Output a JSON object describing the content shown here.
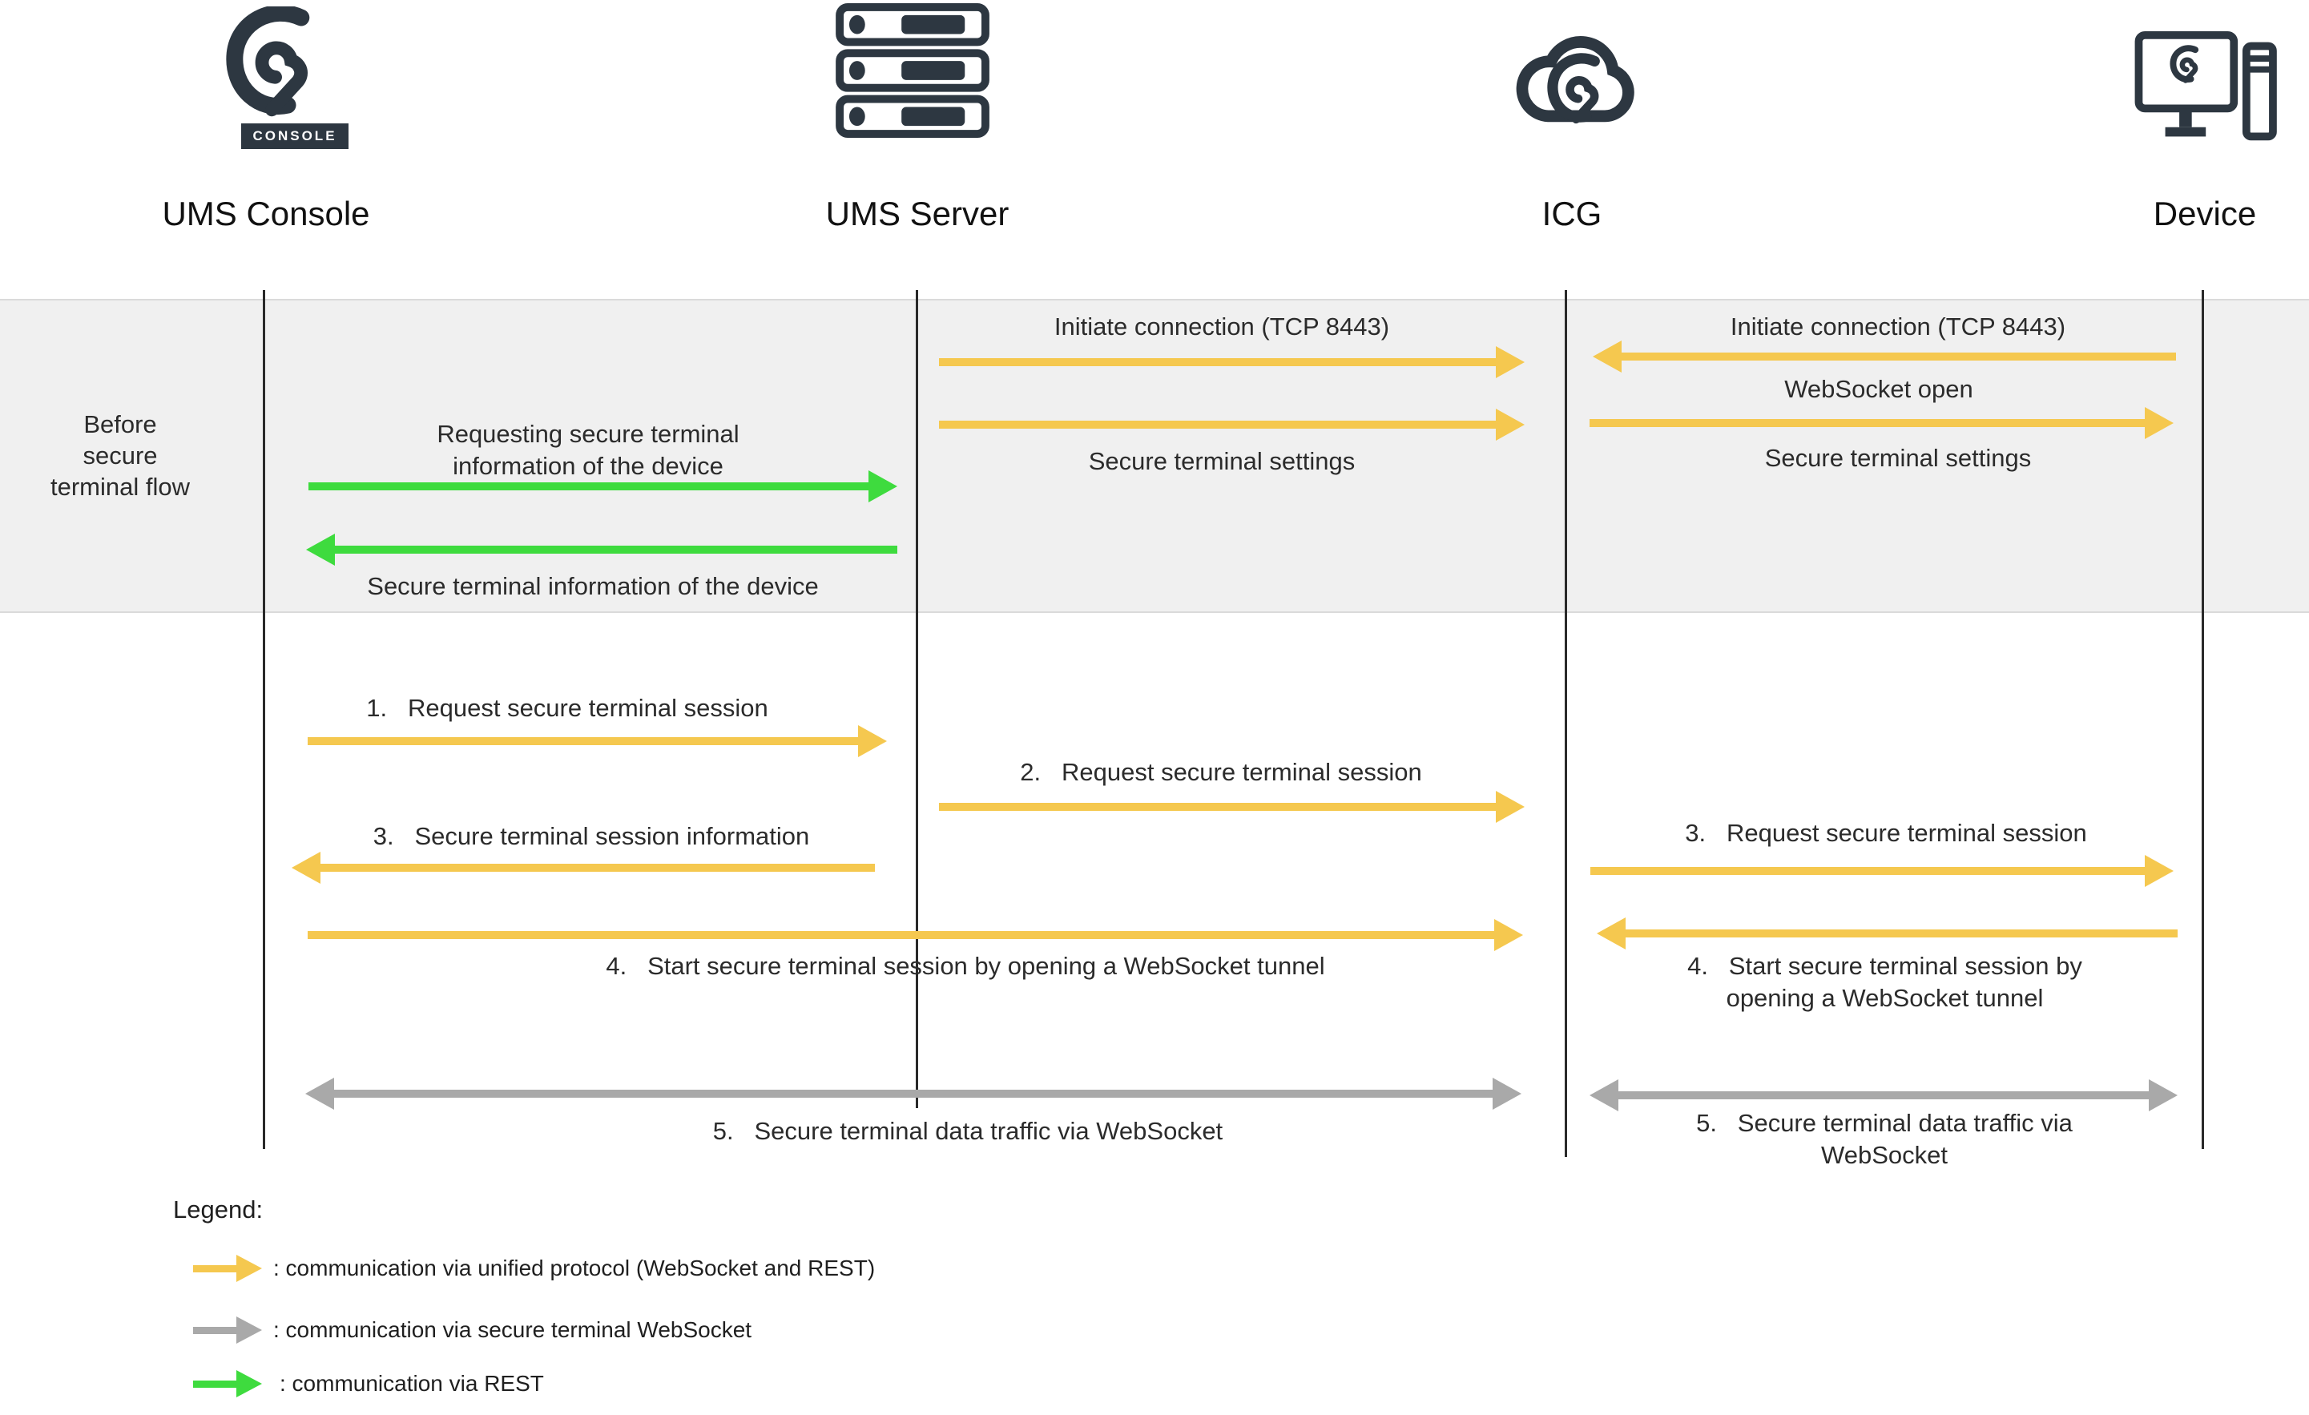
{
  "palette": {
    "dark_icon": "#2D3741",
    "unified_protocol_yellow": "#F5C84F",
    "secure_terminal_gray": "#A9A9A9",
    "rest_green": "#3EDB3E",
    "band_background": "#f0f0f0"
  },
  "entities": [
    {
      "label": "UMS Console",
      "icon": "igel-console-icon",
      "badge": "CONSOLE"
    },
    {
      "label": "UMS Server",
      "icon": "server-rack-icon"
    },
    {
      "label": "ICG",
      "icon": "igel-cloud-icon"
    },
    {
      "label": "Device",
      "icon": "device-workstation-icon"
    }
  ],
  "pre_flow": {
    "band_label": "Before secure terminal flow",
    "requesting_info": "Requesting secure terminal information of the device",
    "info_response": "Secure terminal information of the device",
    "initiate_mid": "Initiate connection (TCP 8443)",
    "settings_mid": "Secure terminal settings",
    "initiate_right": "Initiate connection (TCP 8443)",
    "websocket_open": "WebSocket open",
    "settings_right": "Secure terminal settings"
  },
  "steps": {
    "s1": "1.   Request secure terminal session",
    "s2": "2.   Request secure terminal session",
    "s3_left": "3.   Secure terminal session information",
    "s3_right": "3.   Request secure terminal session",
    "s4_left": "4.   Start secure terminal session by opening a WebSocket tunnel",
    "s4_right": "4.   Start secure terminal session by opening a WebSocket tunnel",
    "s5_left": "5.   Secure terminal data traffic via WebSocket",
    "s5_right": "5.   Secure terminal data traffic via WebSocket"
  },
  "legend": {
    "title": "Legend:",
    "items": [
      {
        "arrow_color": "#F5C84F",
        "text": ": communication via unified protocol (WebSocket and REST)"
      },
      {
        "arrow_color": "#A9A9A9",
        "text": ": communication via secure terminal WebSocket"
      },
      {
        "arrow_color": "#3EDB3E",
        "text": ": communication via REST"
      }
    ]
  }
}
